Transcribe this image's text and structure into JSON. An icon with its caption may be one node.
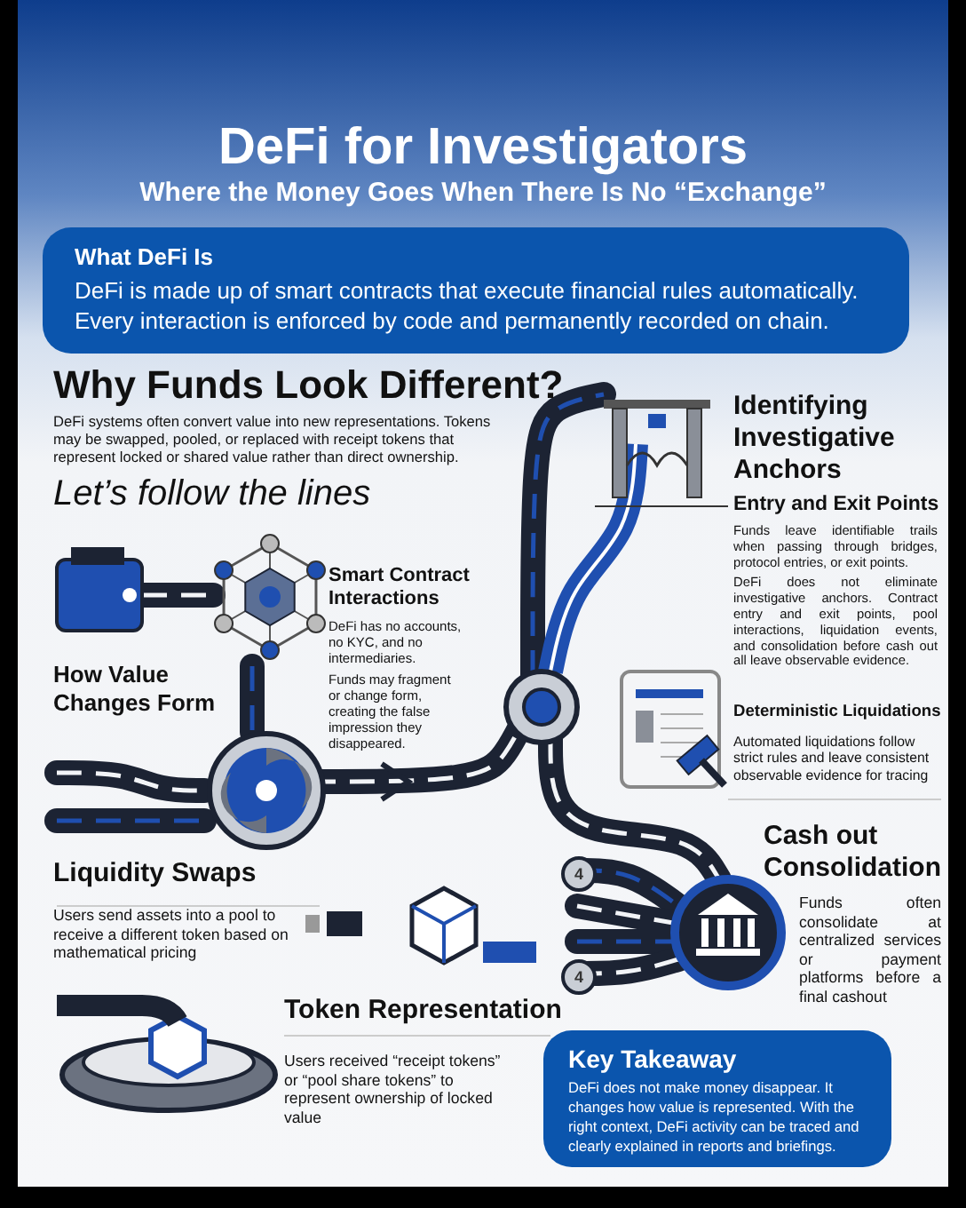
{
  "diagram": {
    "title": "DeFi for Investigators",
    "nodes": [
      {
        "text": [
          "What DeFi Is",
          "DeFi is made up of smart contracts that execute financial rules automatically. Every interaction is enforced by code and permanently recorded on chain."
        ]
      },
      {
        "text": [
          "Key Takeaway",
          "DeFi does not make money disappear. It changes how value is represented. With the right context, DeFi activity can be traced and clearly explained in reports and briefings."
        ]
      }
    ],
    "labels": [
      "Where the Money Goes When There Is No “Exchange”",
      "Why Funds Look Different?",
      "DeFi systems often convert value into new representations. Tokens may be swapped, pooled, or replaced with receipt tokens that represent locked or shared value rather than direct ownership.",
      "Let’s follow the lines",
      "Identifying Investigative Anchors",
      "Smart Contract Interactions",
      "Entry and Exit Points",
      "Funds leave identifiable trails when passing through bridges, protocol entries, or exit points.",
      "DeFi does not eliminate investigative anchors. Contract entry and exit points, pool interactions, liquidation events, and consolidation before cash out all leave observable evidence.",
      "How Value Changes Form",
      "DeFi has no accounts, no KYC, and no intermediaries.",
      "Funds may fragment or change form, creating the false impression they disappeared.",
      "Deterministic Liquidations",
      "Automated liquidations follow strict rules and leave consistent observable evidence for tracing",
      "Cash out Consolidation",
      "4",
      "Liquidity Swaps",
      "Users send assets into a pool to receive a different token based on mathematical pricing",
      "Funds often consolidate at centralized services or payment platforms before a final cashout",
      "4",
      "Token Representation",
      "Users received “receipt tokens” or “pool share tokens” to represent ownership of locked value"
    ]
  }
}
